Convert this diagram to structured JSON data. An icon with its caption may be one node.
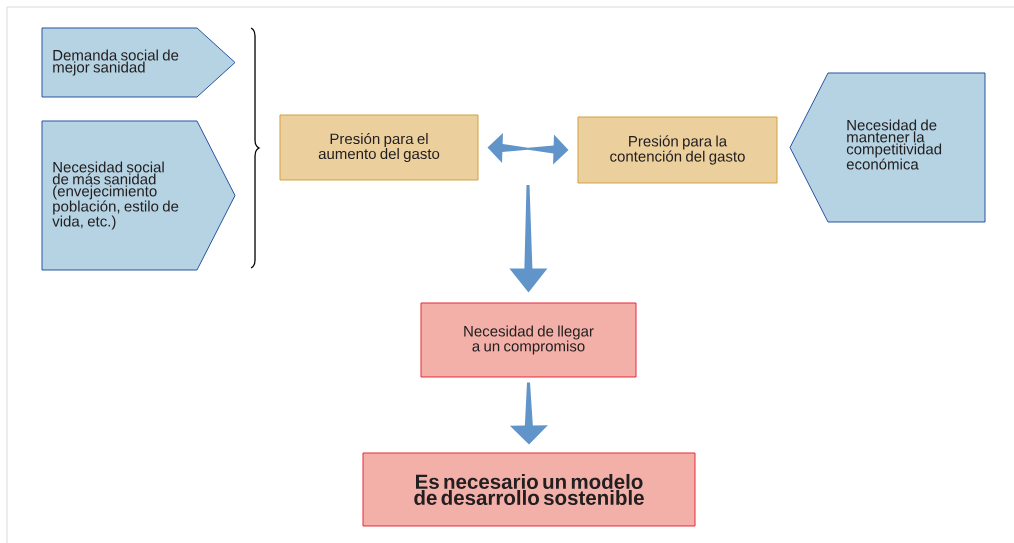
{
  "diagram": {
    "nodes": [
      {
        "text": [
          "Demanda social de mejor sanidad"
        ]
      },
      {
        "text": [
          "Necesidad social de más sanidad (envejecimiento población, estilo de vida, etc.)"
        ]
      },
      {
        "text": [
          "Presión para el aumento del gasto"
        ]
      },
      {
        "text": [
          "Presión para la contención del gasto"
        ]
      },
      {
        "text": [
          "Necesidad de mantener la competitividad económica"
        ]
      },
      {
        "text": [
          "Necesidad de llegar a un compromiso"
        ]
      },
      {
        "text": [
          "Es necesario un modelo de desarrollo sostenible"
        ]
      }
    ],
    "edges": [
      {
        "from": 2,
        "to": 3,
        "arrow": "both"
      },
      {
        "from": null,
        "to": 5,
        "arrow": "to"
      },
      {
        "from": 5,
        "to": 6,
        "arrow": "to"
      }
    ]
  }
}
